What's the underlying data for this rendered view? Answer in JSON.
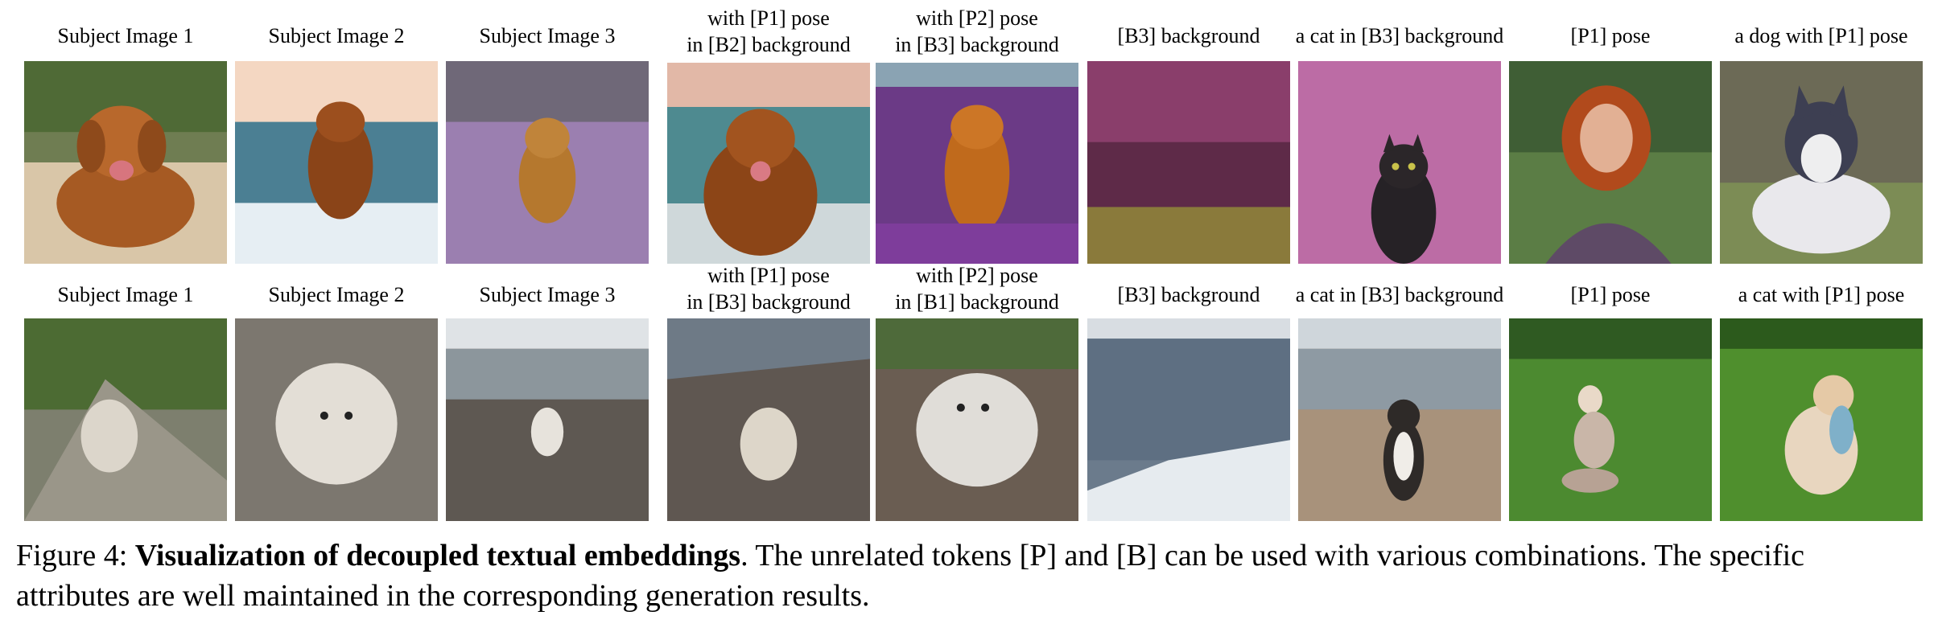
{
  "rows": [
    {
      "images": [
        {
          "caption": [
            "Subject Image 1"
          ],
          "subject": "dog-lying-on-sand"
        },
        {
          "caption": [
            "Subject Image 2"
          ],
          "subject": "dog-running-in-waves"
        },
        {
          "caption": [
            "Subject Image 3"
          ],
          "subject": "dog-in-purple-heather"
        },
        {
          "caption": [
            "with [P1] pose",
            "in [B2] background"
          ],
          "subject": "dog-at-sea-sunset"
        },
        {
          "caption": [
            "with [P2] pose",
            "in [B3] background"
          ],
          "subject": "dog-in-purple-flowers"
        },
        {
          "caption": [
            "[B3] background"
          ],
          "subject": "purple-heather-field"
        },
        {
          "caption": [
            "a cat in [B3] background"
          ],
          "subject": "black-cat-in-pink-flowers"
        },
        {
          "caption": [
            "[P1] pose"
          ],
          "subject": "smiling-woman-red-hair"
        },
        {
          "caption": [
            "a dog with [P1] pose"
          ],
          "subject": "husky-lying-on-grass"
        }
      ]
    },
    {
      "images": [
        {
          "caption": [
            "Subject Image 1"
          ],
          "subject": "white-poodle-on-rock"
        },
        {
          "caption": [
            "Subject Image 2"
          ],
          "subject": "white-poodle-on-pebbles"
        },
        {
          "caption": [
            "Subject Image 3"
          ],
          "subject": "white-poodle-at-beach"
        },
        {
          "caption": [
            "with [P1] pose",
            "in [B3] background"
          ],
          "subject": "white-poodle-sitting-coast"
        },
        {
          "caption": [
            "with [P2] pose",
            "in [B1] background"
          ],
          "subject": "white-poodle-on-rocky-ground"
        },
        {
          "caption": [
            "[B3] background"
          ],
          "subject": "sea-waves-shore"
        },
        {
          "caption": [
            "a cat in [B3] background"
          ],
          "subject": "cat-sitting-on-beach"
        },
        {
          "caption": [
            "[P1] pose"
          ],
          "subject": "woman-kneeling-on-grass"
        },
        {
          "caption": [
            "a cat with [P1] pose"
          ],
          "subject": "cat-sitting-on-grass"
        }
      ]
    }
  ],
  "figure_caption": {
    "label": "Figure 4: ",
    "bold": "Visualization of decoupled textual embeddings",
    "rest": ". The unrelated tokens [P] and [B] can be used with various combinations. The specific attributes are well maintained in the corresponding generation results."
  }
}
